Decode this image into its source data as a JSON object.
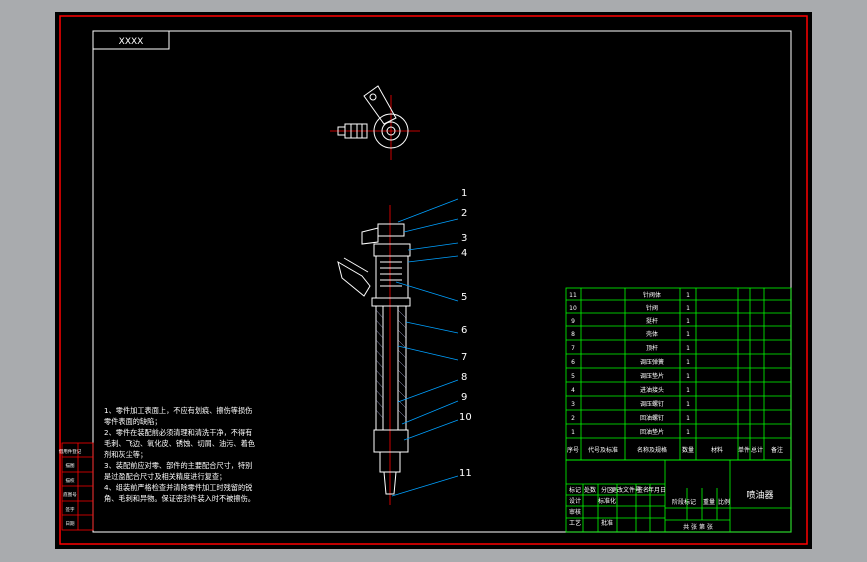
{
  "colors": {
    "background": "#a9abae",
    "sheet": "#000000",
    "frame": "#ff0000",
    "border": "#ffffff",
    "title_block": "#00ff00",
    "leader": "#00a0ff",
    "part": "#ffffff"
  },
  "label_box": {
    "text": "XXXX"
  },
  "balloons": [
    "1",
    "2",
    "3",
    "4",
    "5",
    "6",
    "7",
    "8",
    "9",
    "10",
    "11"
  ],
  "notes": [
    "1、零件加工表面上，不应有划痕、擦伤等损伤",
    "零件表面的缺陷；",
    "2、零件在装配前必须清理和清洗干净，不得有",
    "毛刺、飞边、氧化皮、锈蚀、切屑、油污、着色",
    "剂和灰尘等；",
    "3、装配前应对零、部件的主要配合尺寸，特别",
    "是过盈配合尺寸及相关精度进行复查；",
    "4、组装前严格检查并清除零件加工时残留的锐",
    "角、毛刺和异物。保证密封件装入时不被擦伤。"
  ],
  "bom": {
    "rows": [
      {
        "no": "11",
        "name": "针阀体",
        "qty": "1"
      },
      {
        "no": "10",
        "name": "针阀",
        "qty": "1"
      },
      {
        "no": "9",
        "name": "挺杆",
        "qty": "1"
      },
      {
        "no": "8",
        "name": "壳体",
        "qty": "1"
      },
      {
        "no": "7",
        "name": "顶杆",
        "qty": "1"
      },
      {
        "no": "6",
        "name": "调压弹簧",
        "qty": "1"
      },
      {
        "no": "5",
        "name": "调压垫片",
        "qty": "1"
      },
      {
        "no": "4",
        "name": "进油接头",
        "qty": "1"
      },
      {
        "no": "3",
        "name": "调压螺钉",
        "qty": "1"
      },
      {
        "no": "2",
        "name": "回油螺钉",
        "qty": "1"
      },
      {
        "no": "1",
        "name": "回油垫片",
        "qty": "1"
      }
    ],
    "header": [
      "序号",
      "代号及标准",
      "名称及规格",
      "数量",
      "材料",
      "单件",
      "总计",
      "备注"
    ]
  },
  "title_block": {
    "drawing_name": "喷油器",
    "left_labels": [
      "标记",
      "处数",
      "分区",
      "更改文件号",
      "签名",
      "年月日"
    ],
    "role_labels": [
      "设计",
      "审核",
      "工艺",
      "批准"
    ],
    "std_label": "标准化",
    "stage_label": "阶段标记",
    "weight_label": "重量",
    "scale_label": "比例",
    "sheet_text": "共  张  第  张"
  },
  "margin_labels": [
    "借用件登记",
    "描图",
    "描校",
    "底图号",
    "签字",
    "日期"
  ]
}
